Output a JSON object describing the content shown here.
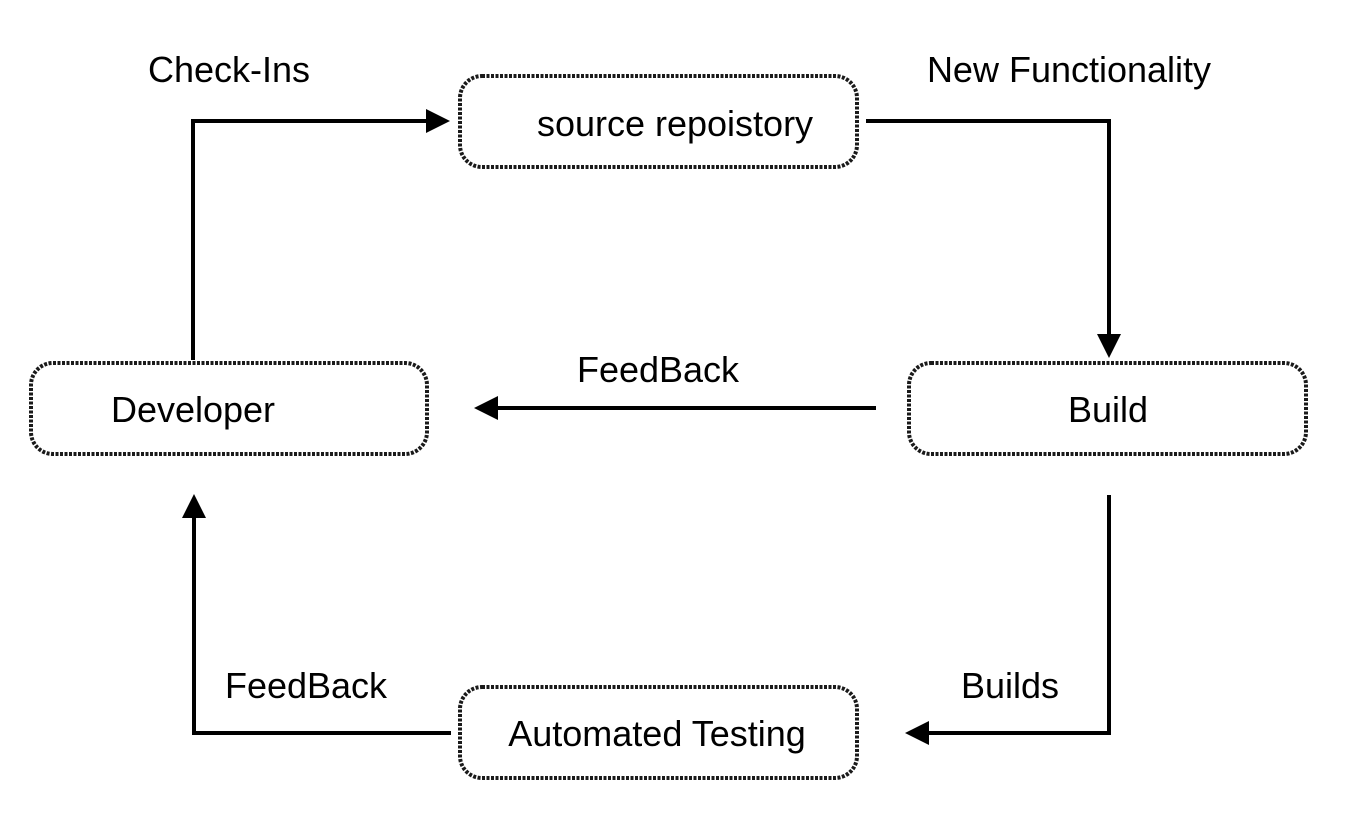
{
  "nodes": {
    "source": {
      "label": "source repoistory"
    },
    "developer": {
      "label": "Developer"
    },
    "build": {
      "label": "Build"
    },
    "testing": {
      "label": "Automated Testing"
    }
  },
  "edges": {
    "checkins": {
      "label": "Check-Ins",
      "from": "developer",
      "to": "source"
    },
    "new_functionality": {
      "label": "New Functionality",
      "from": "source",
      "to": "build"
    },
    "feedback_build": {
      "label": "FeedBack",
      "from": "build",
      "to": "developer"
    },
    "builds": {
      "label": "Builds",
      "from": "build",
      "to": "testing"
    },
    "feedback_testing": {
      "label": "FeedBack",
      "from": "testing",
      "to": "developer"
    }
  },
  "colors": {
    "stroke": "#000000",
    "box_border": "#1a1a1a",
    "background": "#ffffff"
  }
}
